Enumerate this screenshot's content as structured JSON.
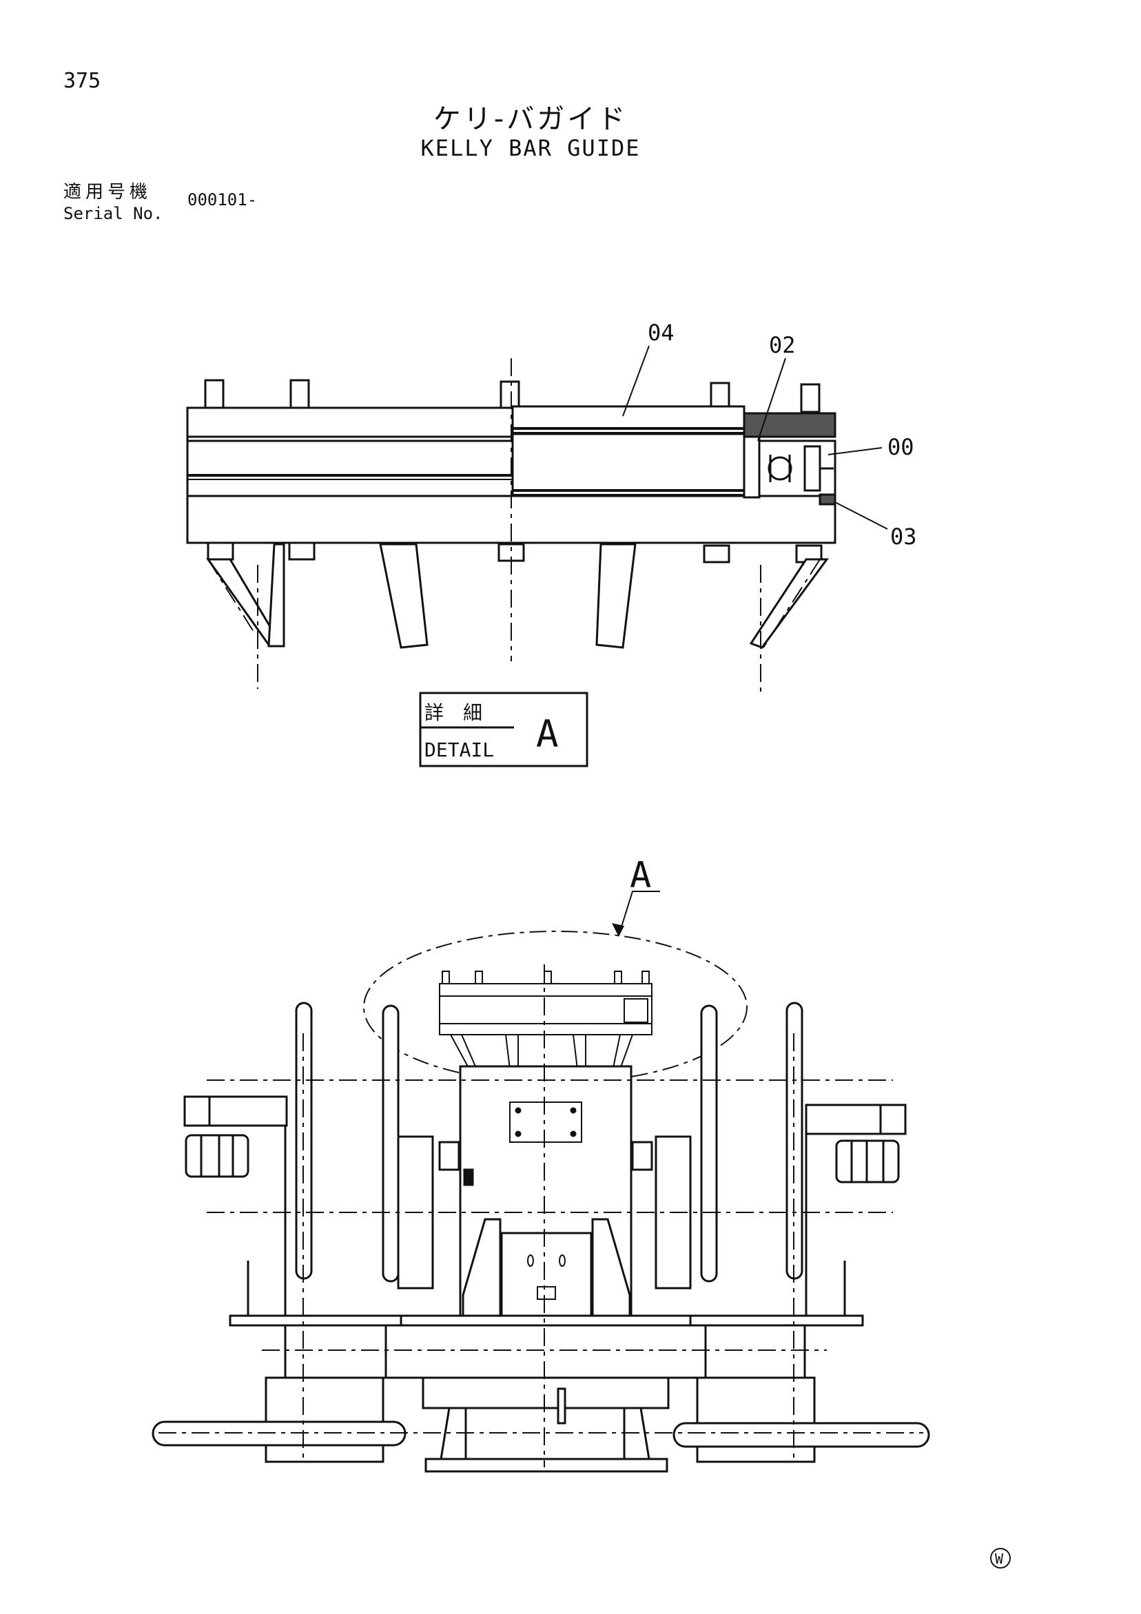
{
  "page_number": "375",
  "title_ja": "ケリ-バガイド",
  "title_en": "KELLY BAR GUIDE",
  "serial_label_ja": "適用号機",
  "serial_label_en": "Serial No.",
  "serial_value": "000101-",
  "callouts": {
    "part_04": "04",
    "part_02": "02",
    "part_00": "00",
    "part_03": "03"
  },
  "detail_box": {
    "label_ja": "詳　細",
    "label_en": "DETAIL",
    "letter": "A"
  },
  "detail_marker": "A",
  "publisher_mark": "W"
}
